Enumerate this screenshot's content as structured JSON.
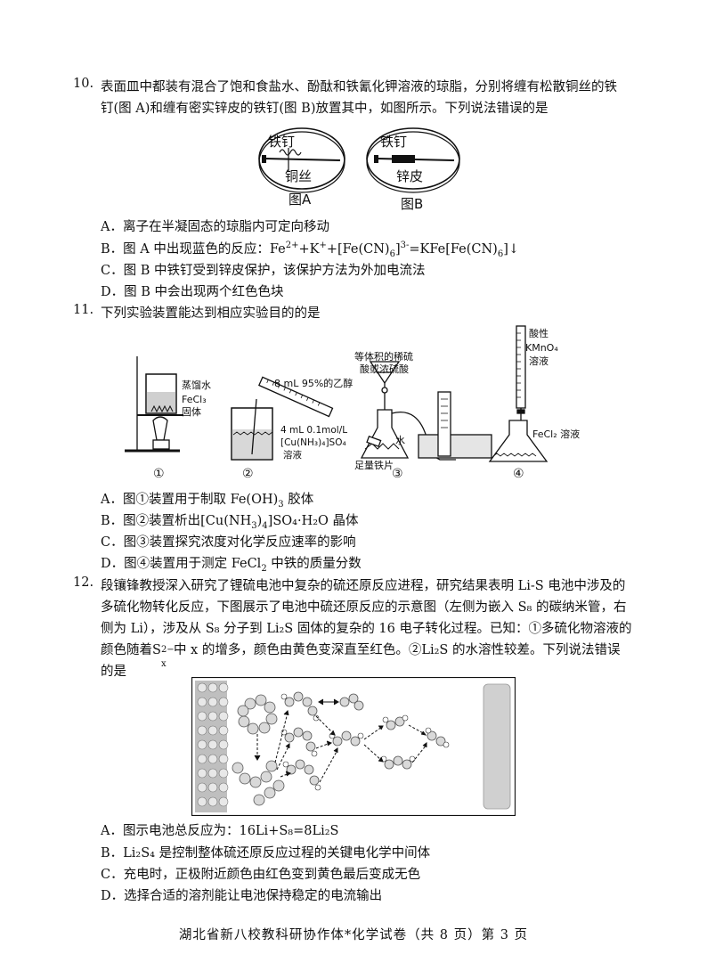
{
  "q10": {
    "num": "10.",
    "line1": "表面皿中都装有混合了饱和食盐水、酚酞和铁氰化钾溶液的琼脂，分别将缠有松散铜丝的铁",
    "line2": "钉(图 A)和缠有密实锌皮的铁钉(图 B)放置其中，如图所示。下列说法错误的是",
    "figA": {
      "nail": "铁钉",
      "wire": "铜丝",
      "caption": "图A"
    },
    "figB": {
      "nail": "铁钉",
      "wire": "锌皮",
      "caption": "图B"
    },
    "options": {
      "A": "A．离子在半凝固态的琼脂内可定向移动",
      "B_pre": "B．图 A 中出现蓝色的反应：Fe",
      "B_sup1": "2+",
      "B_mid1": "+K",
      "B_sup2": "+",
      "B_mid2": "+[Fe(CN)",
      "B_sub1": "6",
      "B_mid3": "]",
      "B_sup3": "3-",
      "B_mid4": "=KFe[Fe(CN)",
      "B_sub2": "6",
      "B_end": "]↓",
      "C": "C．图 B 中铁钉受到锌皮保护，该保护方法为外加电流法",
      "D": "D．图 B 中会出现两个红色色块"
    }
  },
  "q11": {
    "num": "11.",
    "line1": "下列实验装置能达到相应实验目的的是",
    "fig": {
      "l1_a": "蒸馏水",
      "l1_b": "FeCl₃",
      "l1_c": "固体",
      "l2_a": "8 mL 95%的乙醇",
      "l2_b": "4 mL 0.1mol/L",
      "l2_c": "[Cu(NH₃)₄]SO₄",
      "l2_d": "溶液",
      "l3_a": "等体积的稀硫",
      "l3_b": "酸或浓硫酸",
      "l3_c": "水",
      "l3_d": "足量铁片",
      "l4_a": "酸性",
      "l4_b": "KMnO₄",
      "l4_c": "溶液",
      "l4_d": "FeCl₂ 溶液",
      "n1": "①",
      "n2": "②",
      "n3": "③",
      "n4": "④"
    },
    "options": {
      "A_pre": "A．图①装置用于制取 Fe(OH)",
      "A_sub": "3",
      "A_end": " 胶体",
      "B_pre": "B．图②装置析出[Cu(NH",
      "B_sub1": "3",
      "B_mid": ")",
      "B_sub2": "4",
      "B_end": "]SO₄·H₂O 晶体",
      "C": "C．图③装置探究浓度对化学反应速率的影响",
      "D_pre": "D．图④装置用于测定 FeCl",
      "D_sub": "2",
      "D_end": " 中铁的质量分数"
    }
  },
  "q12": {
    "num": "12.",
    "line1": "段镶锋教授深入研究了锂硫电池中复杂的硫还原反应进程，研究结果表明 Li-S 电池中涉及的",
    "line2": "多硫化物转化反应，下图展示了电池中硫还原反应的示意图（左侧为嵌入 S₈ 的碳纳米管，右",
    "line3": "侧为 Li），涉及从 S₈ 分子到 Li₂S 固体的复杂的 16 电子转化过程。已知：①多硫化物溶液的",
    "line4_pre": "颜色随着S",
    "line4_sup": "2−",
    "line4_sub": "x",
    "line4_post": "中 x 的增多，颜色由黄色变深直至红色。②Li₂S 的水溶性较差。下列说法错误",
    "line5": "的是",
    "options": {
      "A": "A．图示电池总反应为：16Li+S₈=8Li₂S",
      "B": "B．Li₂S₄ 是控制整体硫还原反应过程的关键电化学中间体",
      "C": "C．充电时，正极附近颜色由红色变到黄色最后变成无色",
      "D": "D．选择合适的溶剂能让电池保持稳定的电流输出"
    }
  },
  "footer": "湖北省新八校教科研协作体*化学试卷（共 8 页）第 3 页",
  "colors": {
    "text": "#111111",
    "figure_gray": "#d0d0d0"
  }
}
